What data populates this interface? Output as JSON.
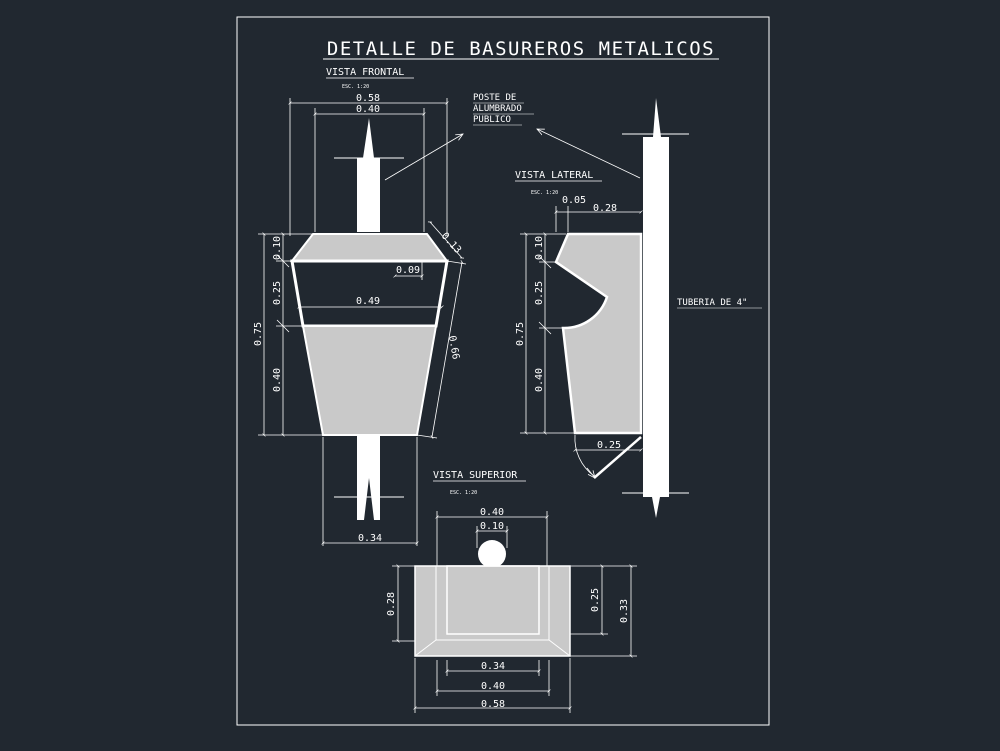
{
  "title": "DETALLE DE BASUREROS METALICOS",
  "views": {
    "frontal": {
      "label": "VISTA FRONTAL",
      "scale": "ESC. 1:20"
    },
    "lateral": {
      "label": "VISTA LATERAL",
      "scale": "ESC. 1:20"
    },
    "superior": {
      "label": "VISTA SUPERIOR",
      "scale": "ESC. 1:20"
    }
  },
  "notes": {
    "poste": [
      "POSTE DE",
      "ALUMBRADO",
      "PUBLICO"
    ],
    "tuberia": "TUBERIA DE 4\""
  },
  "dims": {
    "front_width_top": "0.58",
    "front_width_top_inner": "0.40",
    "front_chamfer": "0.13",
    "front_lip": "0.09",
    "front_width_mid": "0.49",
    "front_slant": "0.66",
    "front_base": "0.34",
    "front_h_total": "0.75",
    "front_h1": "0.10",
    "front_h2": "0.25",
    "front_h3": "0.40",
    "side_lip": "0.05",
    "side_top": "0.28",
    "side_h_total": "0.75",
    "side_h1": "0.10",
    "side_h2": "0.25",
    "side_h3": "0.40",
    "side_base": "0.25",
    "top_w_outer": "0.40",
    "top_w_pole": "0.10",
    "top_h_left": "0.28",
    "top_h_inner": "0.25",
    "top_h_outer": "0.33",
    "top_b_inner": "0.34",
    "top_b_mid": "0.40",
    "top_b_outer": "0.58"
  },
  "colors": {
    "background": "#212830",
    "line": "#ffffff",
    "fill": "#c9c9c9"
  }
}
